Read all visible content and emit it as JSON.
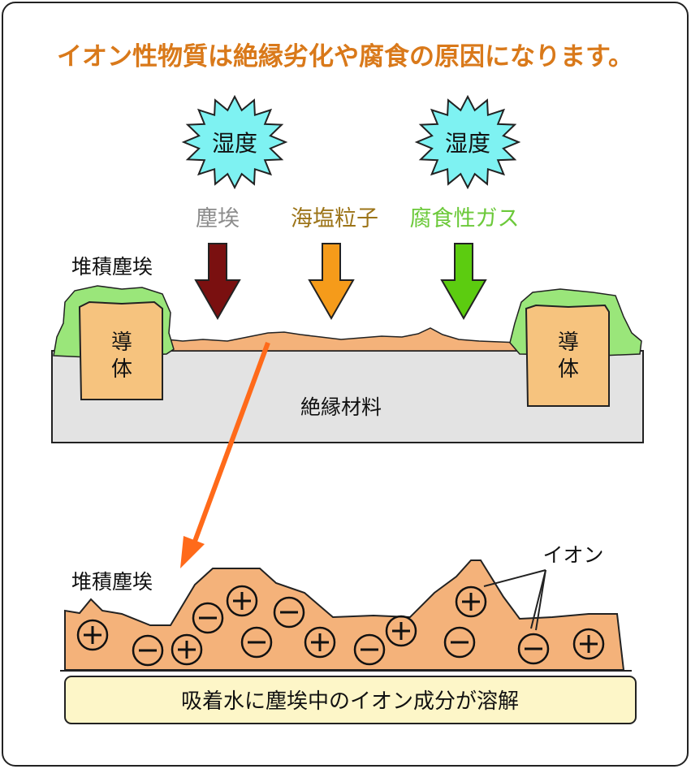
{
  "title": "イオン性物質は絶縁劣化や腐食の原因になります。",
  "humidity_label": "湿度",
  "contaminants": {
    "dust": "塵埃",
    "salt": "海塩粒子",
    "gas": "腐食性ガス"
  },
  "deposited_dust_label": "堆積塵埃",
  "conductor_label_line1": "導",
  "conductor_label_line2": "体",
  "insulator_label": "絶縁材料",
  "ion_label": "イオン",
  "plus_symbol": "+",
  "minus_symbol": "−",
  "caption": "吸着水に塵埃中のイオン成分が溶解",
  "colors": {
    "title": "#d9791a",
    "dust_text": "#8c8c8c",
    "salt_text": "#9c7418",
    "gas_text": "#6cc93a",
    "humidity_burst": "#7ef2f2",
    "dust_arrow": "#7a1010",
    "salt_arrow": "#f59b1a",
    "gas_arrow": "#5ccc10",
    "deposit": "#f4b27a",
    "conductor": "#f6c37e",
    "green_dust": "#9ae67a",
    "insulator": "#e3e3e3",
    "zoom_arrow": "#ff6a1a",
    "caption_box": "#fdf6c8"
  }
}
